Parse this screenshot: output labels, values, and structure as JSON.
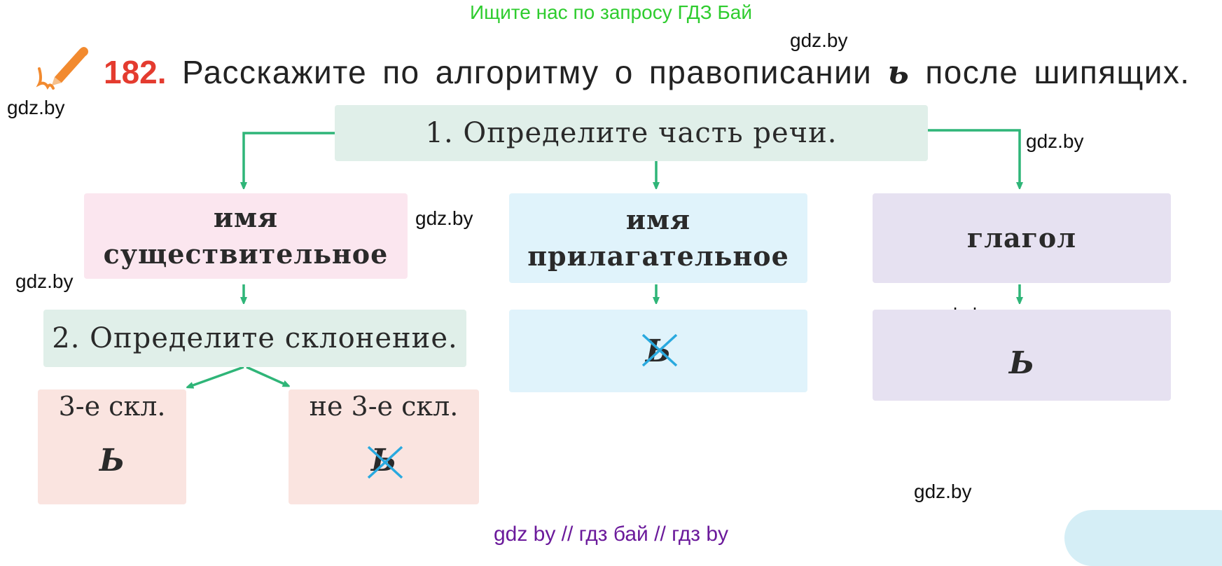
{
  "banner": "Ищите нас по запросу ГДЗ Бай",
  "watermark": "gdz.by",
  "task": {
    "number": "182.",
    "text_before": "Расскажите по алгоритму о правописании",
    "soft_sign": "ь",
    "text_after": "после шипящих."
  },
  "icon": "pencil-icon",
  "step1": "1. Определите часть речи.",
  "noun": {
    "line1": "имя",
    "line2": "существительное"
  },
  "adjective": {
    "line1": "имя",
    "line2": "прилагательное"
  },
  "verb": "глагол",
  "step2": "2. Определите склонение.",
  "decl3": "3-е скл.",
  "not_decl3": "не 3-е скл.",
  "soft_sign_big": "Ь",
  "footer": "gdz by  //  гдз бай  //  гдз by",
  "colors": {
    "arrow": "#2fb578",
    "number": "#e43b2f",
    "banner": "#2ecc2e",
    "footer": "#6b1a9b",
    "cross": "#29a9df"
  }
}
